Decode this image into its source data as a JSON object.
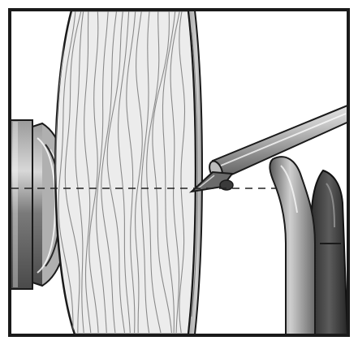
{
  "illustration": {
    "subject": "lathe-wood-blank-turning-with-gouge",
    "colors": {
      "frame": "#1a1a1a",
      "background": "#ffffff",
      "wood_face": "#ececec",
      "wood_grain": "#8a8a8a",
      "wood_edge": "#b9b9b9",
      "metal_dark": "#5a5a5a",
      "metal_mid": "#8f8f8f",
      "metal_light": "#d6d6d6",
      "handle": "#3a3a3a",
      "center_line": "#222222"
    },
    "parts": [
      "headstock-spindle",
      "wood-blank-face",
      "wood-blank-edge",
      "gouge-shaft",
      "gouge-tip",
      "tool-rest",
      "tool-handle",
      "center-height-line"
    ]
  }
}
